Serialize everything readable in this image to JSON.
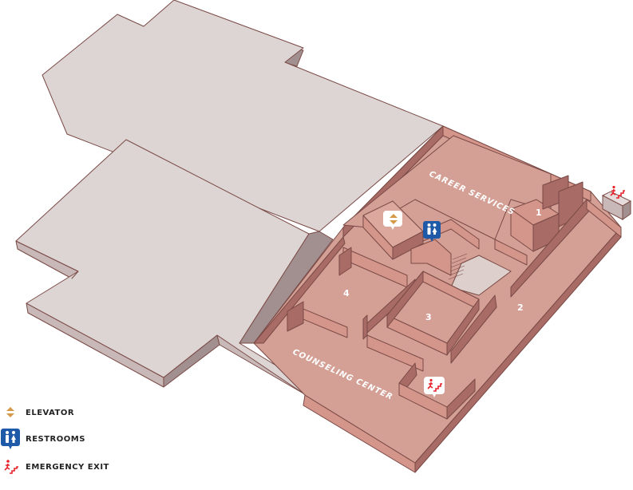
{
  "map": {
    "rooms": {
      "career_services": "CAREER SERVICES",
      "counseling_center": "COUNSELING CENTER",
      "room_1": "1",
      "room_2": "2",
      "room_3": "3",
      "room_4": "4"
    },
    "colors": {
      "floor": "#d4a096",
      "wall_light": "#d4958a",
      "wall_dark": "#a86b66",
      "outline": "#7a4a46",
      "inactive_top": "#ddd5d4",
      "inactive_side": "#c8b8b8",
      "inactive_dark": "#a29090",
      "elevator_gold": "#d49a4a",
      "restroom_blue": "#1f5aa8",
      "exit_red": "#e8202a"
    }
  },
  "legend": {
    "items": [
      {
        "icon": "elevator-icon",
        "label": "ELEVATOR"
      },
      {
        "icon": "restroom-icon",
        "label": "RESTROOMS"
      },
      {
        "icon": "emergency-exit-icon",
        "label": "EMERGENCY EXIT"
      }
    ]
  }
}
